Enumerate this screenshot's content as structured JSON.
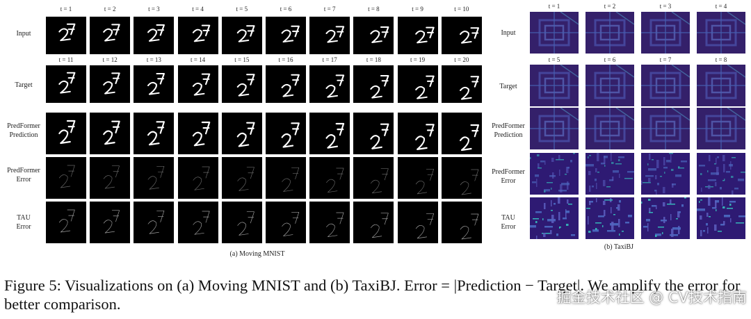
{
  "mnist": {
    "input_times": [
      "t = 1",
      "t = 2",
      "t = 3",
      "t = 4",
      "t = 5",
      "t = 6",
      "t = 7",
      "t = 8",
      "t = 9",
      "t = 10"
    ],
    "target_times": [
      "t = 11",
      "t = 12",
      "t = 13",
      "t = 14",
      "t = 15",
      "t = 16",
      "t = 17",
      "t = 18",
      "t = 19",
      "t = 20"
    ],
    "row_labels": [
      "Input",
      "Target",
      "PredFormer\nPrediction",
      "PredFormer\nError",
      "TAU\nError"
    ],
    "caption": "(a) Moving MNIST"
  },
  "taxibj": {
    "input_times": [
      "t = 1",
      "t = 2",
      "t = 3",
      "t = 4"
    ],
    "target_times": [
      "t = 5",
      "t = 6",
      "t = 7",
      "t = 8"
    ],
    "row_labels": [
      "Input",
      "Target",
      "PredFormer\nPrediction",
      "PredFormer\nError",
      "TAU\nError"
    ],
    "caption": "(b) TaxiBJ"
  },
  "figure_caption": "Figure 5: Visualizations on (a) Moving MNIST and (b) TaxiBJ. Error = |Prediction − Target|. We amplify the error for better comparison.",
  "watermark": "掘金技术社区 @ CV技术指南",
  "colors": {
    "frame_bg": "#000000",
    "heatmap_bg": "#3a1a6e",
    "heatmap_hot": "#36c6c0"
  }
}
